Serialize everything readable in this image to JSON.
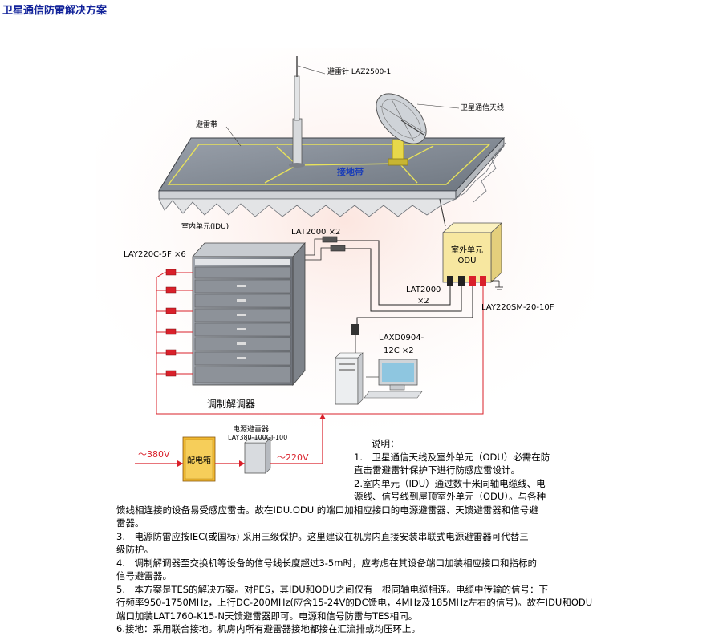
{
  "page": {
    "title": "卫星通信防雷解决方案"
  },
  "diagram": {
    "labels": {
      "lightning_rod": "避雷针 LAZ2500-1",
      "satellite_antenna": "卫星通信天线",
      "lightning_belt": "避雷带",
      "ground_belt": "接地带",
      "idu_label": "室内单元(IDU)",
      "lat2000_top": "LAT2000 ×2",
      "lay220c": "LAY220C-5F ×6",
      "odu_box_line1": "室外单元",
      "odu_box_line2": "ODU",
      "lat2000_mid_1": "LAT2000",
      "lat2000_mid_2": "×2",
      "lay220sm": "LAY220SM-20-10F",
      "laxd_1": "LAXD0904-",
      "laxd_2": "12C ×2",
      "modem": "调制解调器",
      "power_arrester_title": "电源避雷器",
      "power_arrester_model": "LAY380-100GJ-100",
      "v380": "～380V",
      "distribution_box": "配电箱",
      "v220": "～220V"
    },
    "colors": {
      "red_line": "#d9202a",
      "antenna_yellow": "#e8d84a",
      "odu_box": "#f7e7a0"
    }
  },
  "notes": {
    "heading": "说明：",
    "n1a": "1.　卫星通信天线及室外单元（ODU）必需在防",
    "n1b": "直击雷避雷针保护下进行防感应雷设计。",
    "n2a": "2.室内单元（IDU）通过数十米同轴电缆线、电",
    "n2b": "源线、信号线到屋顶室外单元（ODU）。与各种",
    "n2c": "馈线相连接的设备易受感应雷击。故在IDU.ODU 的端口加相应接口的电源避雷器、天馈避雷器和信号避",
    "n2d": "雷器。",
    "n3a": "3.　电源防雷应按IEC(或国标) 采用三级保护。这里建议在机房内直接安装串联式电源避雷器可代替三",
    "n3b": "级防护。",
    "n4a": "4.　调制解调器至交换机等设备的信号线长度超过3-5m时，应考虑在其设备端口加装相应接口和指标的",
    "n4b": "信号避雷器。",
    "n5a": "5.　本方案是TES的解决方案。对PES，其IDU和ODU之间仅有一根同轴电缆相连。电缆中传输的信号：下",
    "n5b": "行频率950-1750MHz，上行DC-200MHz(应含15-24V的DC馈电，4MHz及185MHz左右的信号)。故在IDU和ODU",
    "n5c": "端口加装LAT1760-K15-N天馈避雷器即可。电源和信号防雷与TES相同。",
    "n6": "6.接地：采用联合接地。机房内所有避雷器接地都接在汇流排或均压环上。"
  }
}
